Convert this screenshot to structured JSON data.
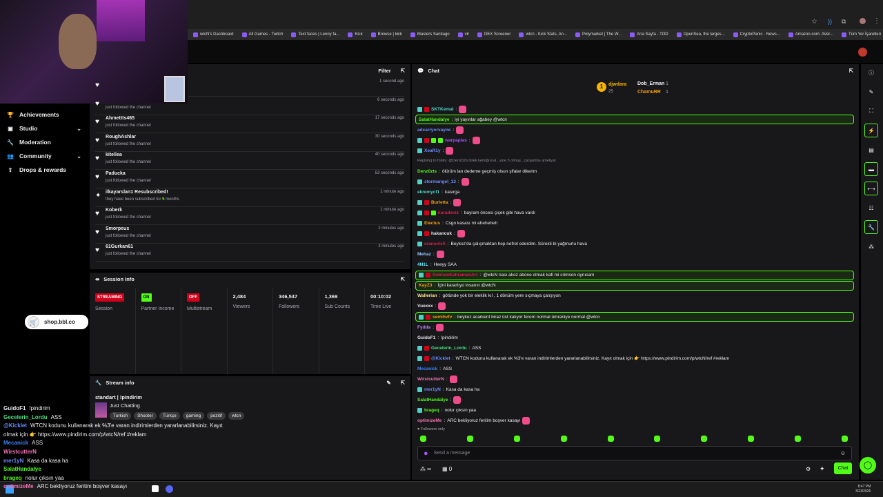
{
  "accent": "#53fc18",
  "bookmarks": [
    "wtcN's Dashboard",
    "All Games - Twitch",
    "Text faces | Lenny fa...",
    "Kick",
    "Browse | kick",
    "Masters Santiago",
    "vlr",
    "DEX Screener",
    "wtcn - Kick Stats, An...",
    "Polymarket | The W...",
    "Ana Sayfa - TOD",
    "OpenSea, the larges...",
    "CryptoPanic - News...",
    "Amazon.com: AVer...",
    "Tüm Yer İşaretleri"
  ],
  "sidebar": [
    {
      "label": "Achievements",
      "icon": "trophy-icon"
    },
    {
      "label": "Studio",
      "icon": "studio-icon",
      "chevron": true
    },
    {
      "label": "Moderation",
      "icon": "wrench-icon"
    },
    {
      "label": "Community",
      "icon": "community-icon",
      "chevron": true
    },
    {
      "label": "Drops & rewards",
      "icon": "gift-icon"
    }
  ],
  "shop": "shop.bbl.co",
  "events": {
    "filter": "Filter",
    "items": [
      {
        "name": "",
        "sub": "",
        "time": "1 second ago"
      },
      {
        "name": "",
        "sub": "just followed the channel",
        "time": "6 seconds ago"
      },
      {
        "name": "Ahmettts465",
        "sub": "just followed the channel",
        "time": "17 seconds ago"
      },
      {
        "name": "RoughAshlar",
        "sub": "just followed the channel",
        "time": "30 seconds ago"
      },
      {
        "name": "kitellea",
        "sub": "just followed the channel",
        "time": "40 seconds ago"
      },
      {
        "name": "Paducka",
        "sub": "just followed the channel",
        "time": "53 seconds ago"
      },
      {
        "name": "ilkayarslan1 Resubscribed!",
        "sub_pre": "they have been subscribed for ",
        "sub_num": "5",
        "sub_post": " months",
        "time": "1 minute ago",
        "resub": true
      },
      {
        "name": "Koberk",
        "sub": "just followed the channel",
        "time": "1 minute ago"
      },
      {
        "name": "Smorpeus",
        "sub": "just followed the channel",
        "time": "2 minutes ago"
      },
      {
        "name": "61Gurkan61",
        "sub": "just followed the channel",
        "time": "2 minutes ago"
      }
    ]
  },
  "session": {
    "title": "Session Info",
    "cols": [
      {
        "badge": "STREAMING",
        "badge_color": "#d0021b",
        "label": "Session"
      },
      {
        "badge": "ON",
        "badge_color": "#53fc18",
        "label": "Partner Income"
      },
      {
        "badge": "OFF",
        "badge_color": "#d0021b",
        "label": "Multistream"
      },
      {
        "value": "2,484",
        "label": "Viewers"
      },
      {
        "value": "346,547",
        "label": "Followers"
      },
      {
        "value": "1,369",
        "label": "Sub Counts"
      },
      {
        "value": "00:10:02",
        "label": "Time Live"
      }
    ]
  },
  "stream": {
    "title": "Stream info",
    "stream_title": "standart | !pindirim",
    "category": "Just Chatting",
    "tags": [
      "Turkish",
      "Shooter",
      "Türkçe",
      "gaming",
      "pozitif",
      "wtcn"
    ]
  },
  "chat": {
    "title": "Chat",
    "leaderboard": [
      {
        "rank": "1",
        "name": "djwdara",
        "count": "25"
      },
      {
        "name": "Dob_Erman",
        "count": "1"
      },
      {
        "name": "ChamuRR",
        "count": "1"
      }
    ],
    "messages": [
      {
        "u": "SKTKemal",
        "c": "#4fd1c5",
        "t": "",
        "e": 1,
        "b": 2
      },
      {
        "u": "SalatHandalye",
        "c": "#53fc18",
        "t": "iyi yayınlar ağabey @wtcn",
        "hl": 1
      },
      {
        "u": "adcarryorvayne",
        "c": "#6b8cff",
        "t": "",
        "e": 1
      },
      {
        "u": "warpaplas",
        "c": "#a855f7",
        "t": "",
        "e": 1,
        "b": 4
      },
      {
        "u": "XeaR1y",
        "c": "#6b8cff",
        "t": "",
        "e": 1,
        "b": 1
      },
      {
        "reply": "Replying to fobitv: @Denz0zts bilek kemiği kral , yine 5 olmuş , çarşamba ameliyat"
      },
      {
        "u": "Denz0zts",
        "c": "#53fc18",
        "t": "ölürüm lan dedeme geçmiş olsun şifalar dikerim"
      },
      {
        "u": "stormangel_13",
        "c": "#6b8cff",
        "t": "",
        "e": 1,
        "b": 1
      },
      {
        "u": "ekremycf1",
        "c": "#4fd1c5",
        "t": "kasırga"
      },
      {
        "u": "Burletta",
        "c": "#f59e0b",
        "t": "",
        "e": 1,
        "b": 2
      },
      {
        "u": "karadeniz",
        "c": "#e11d48",
        "t": "bayram öncesi çiçek gibi hava vardı",
        "b": 3
      },
      {
        "u": "Electus",
        "c": "#f59e0b",
        "t": "Csgo kasası mi eheheheh",
        "b": 1
      },
      {
        "u": "hakancuk",
        "c": "#e5e7eb",
        "t": "",
        "e": 1,
        "b": 2
      },
      {
        "u": "eranovich",
        "c": "#e11d48",
        "t": "Beykoz'da çalışmaktan hep nefret ederdim. Sürekli bi yağmurlu hava",
        "b": 1
      },
      {
        "u": "Mehaz",
        "c": "#93c5fd",
        "t": "",
        "e": 1
      },
      {
        "u": "4N1L",
        "c": "#67e8f9",
        "t": "Heeyy SAA"
      },
      {
        "u": "GokhanKahramanArt",
        "c": "#e11d48",
        "t": "@wtcN nası alıoz abone olmak kafi mi crimson oynıcam",
        "hl": 1,
        "b": 2
      },
      {
        "u": "KayZ3",
        "c": "#f59e0b",
        "t": "İçini karartıyo insanın @wtcN",
        "hl": 1
      },
      {
        "u": "Wallerian",
        "c": "#fde68a",
        "t": "götünde yok bir eleklik kıl , 1 dönüm yere sıçmaya çalışıyon"
      },
      {
        "u": "Vuexxx",
        "c": "#e5e7eb",
        "t": "",
        "e": 1
      },
      {
        "u": "semihvfv",
        "c": "#f59e0b",
        "t": "beykoz acarkent biraz üst kalıyor ferom normal ümraniye normal @wtcn",
        "hl": 1,
        "b": 2
      },
      {
        "u": "Fydda",
        "c": "#c084fc",
        "t": "",
        "e": 1
      },
      {
        "u": "GuidoF1",
        "c": "#e5e7eb",
        "t": "!pindirim"
      },
      {
        "u": "Gecelerin_Lordu",
        "c": "#4ade80",
        "t": "ASS",
        "b": 2
      },
      {
        "u": "@Kicklet",
        "c": "#6b8cff",
        "t": "WTCN kodunu kullanarak ek %3'e varan indirimlerden yararlanabilirsiniz. Kayıt olmak için 👉 https://www.pindirim.com/p/wtcN/ref #reklam",
        "b": 2
      },
      {
        "u": "Mecanick",
        "c": "#3b82f6",
        "t": "ASS"
      },
      {
        "u": "WirstcutterN",
        "c": "#f472b6",
        "t": "",
        "e": 1
      },
      {
        "u": "mer1yN",
        "c": "#6b8cff",
        "t": "Kasa da kasa ha",
        "b": 1
      },
      {
        "u": "SalatHandalye",
        "c": "#53fc18",
        "t": "",
        "e": 1
      },
      {
        "u": "brageq",
        "c": "#53fc18",
        "t": "nolur çıksın yaa",
        "b": 1
      },
      {
        "u": "optimizeMe",
        "c": "#f472b6",
        "t": "ARC bekliyoruz feritim boşver kasayı",
        "e": 1
      }
    ],
    "followers_only": "Followers only",
    "placeholder": "Send a message",
    "points": "∞",
    "store_count": "0",
    "send": "Chat"
  },
  "overlay": [
    {
      "u": "GuidoF1",
      "c": "#e5e7eb",
      "t": "!pindirim"
    },
    {
      "u": "Gecelerin_Lordu",
      "c": "#4ade80",
      "t": "ASS"
    },
    {
      "u": "@Kicklet",
      "c": "#6b8cff",
      "t": "WTCN kodunu kullanarak ek %3'e varan indirimlerden yararlanabilirsiniz. Kayıt olmak için 👉 https://www.pindirim.com/p/wtcN/ref #reklam"
    },
    {
      "u": "Mecanick",
      "c": "#3b82f6",
      "t": "ASS"
    },
    {
      "u": "WirstcutterN",
      "c": "#f472b6",
      "t": ""
    },
    {
      "u": "mer1yN",
      "c": "#6b8cff",
      "t": "Kasa da kasa ha"
    },
    {
      "u": "SalatHandalye",
      "c": "#53fc18",
      "t": ""
    },
    {
      "u": "brageq",
      "c": "#53fc18",
      "t": "nolur çıksın yaa"
    },
    {
      "u": "optimizeMe",
      "c": "#f472b6",
      "t": "ARC bekliyoruz feritim boşver kasayı"
    }
  ],
  "taskbar": {
    "time": "8:47 PM",
    "date": "3/23/2026"
  }
}
